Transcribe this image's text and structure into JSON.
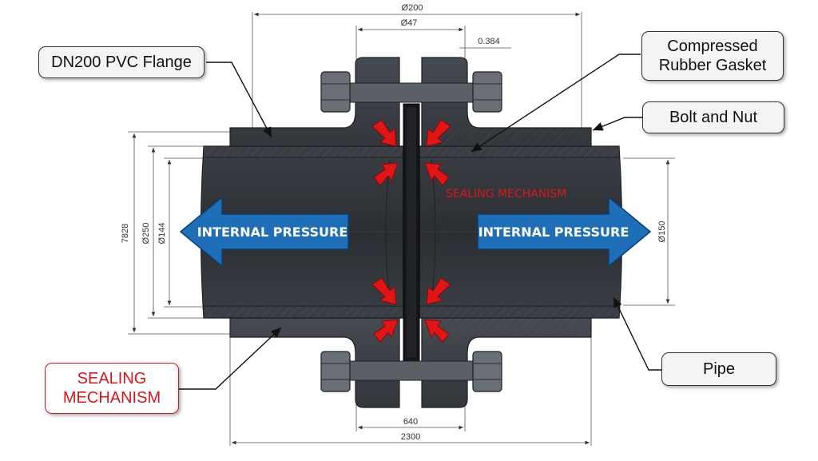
{
  "callouts": {
    "flange": "DN200 PVC Flange",
    "gasket": "Compressed\nRubber Gasket",
    "bolt": "Bolt and Nut",
    "pipe": "Pipe",
    "sealing": "SEALING\nMECHANISM"
  },
  "labels": {
    "internal_pressure_left": "INTERNAL PRESSURE",
    "internal_pressure_right": "INTERNAL PRESSURE",
    "sealing_mechanism_inline": "SEALING MECHANISM"
  },
  "dimensions": {
    "overall_diameter": "Ø200",
    "bolt_hole": "Ø47",
    "gasket_thickness": "0.384",
    "height": "7828",
    "flange_od": "Ø250",
    "pipe_id_left": "Ø144",
    "pipe_id_right": "Ø150",
    "bolt_span": "640",
    "overall_length": "2300"
  },
  "colors": {
    "steel_dark": "#2f3237",
    "steel_mid": "#44484e",
    "pressure_arrow": "#1f6fb8",
    "force_arrow": "#e01515",
    "callout_red": "#d8171d"
  }
}
